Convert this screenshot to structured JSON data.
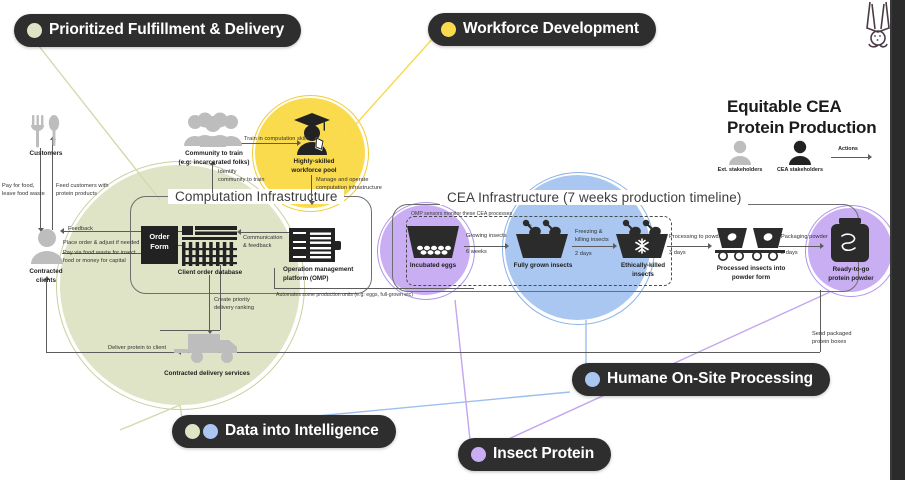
{
  "legend": {
    "title_line1": "Equitable CEA",
    "title_line2": "Protein Production",
    "ext_label": "Ext. stakeholders",
    "cea_label": "CEA stakeholders",
    "actions_label": "Actions"
  },
  "colors": {
    "green": "#dfe4c6",
    "yellow": "#fbdb4e",
    "blue": "#a9c7f0",
    "purple": "#c9aef4",
    "pill_bg": "#2e2e2e",
    "ink": "#222222",
    "grey_icon": "#bdbdbd",
    "line": "#5c5c5c"
  },
  "pills": [
    {
      "id": "prioritized-fulfillment",
      "label": "Prioritized Fulfillment & Delivery",
      "dots": [
        "#dfe4c6"
      ]
    },
    {
      "id": "workforce-development",
      "label": "Workforce Development",
      "dots": [
        "#fbdb4e"
      ]
    },
    {
      "id": "humane-processing",
      "label": "Humane On-Site Processing",
      "dots": [
        "#a9c7f0"
      ]
    },
    {
      "id": "data-into-intelligence",
      "label": "Data into Intelligence",
      "dots": [
        "#dfe4c6",
        "#a9c7f0"
      ]
    },
    {
      "id": "insect-protein",
      "label": "Insect Protein",
      "dots": [
        "#c9aef4"
      ]
    }
  ],
  "panels": {
    "computation": {
      "title": "Computation Infrastructure"
    },
    "cea": {
      "title": "CEA Infrastructure (7 weeks production timeline)"
    }
  },
  "nodes": {
    "customers": "Customers",
    "contracted_clients": "Contracted\nclients",
    "community": "Community to train\n(e.g: incarcerated folks)",
    "workforce": "Highly-skilled\nworkforce pool",
    "order_form": "Order\nForm",
    "client_db": "Client order database",
    "omp": "Operation management\nplatform (OMP)",
    "delivery": "Contracted delivery services",
    "incubated_eggs": "Incubated eggs",
    "fully_grown": "Fully grown insects",
    "killed": "Ethically-killed\ninsects",
    "processed": "Processed insects into\npowder form",
    "ready": "Ready-to-go\nprotein powder"
  },
  "edges": {
    "pay_for_food": "Pay for food,\nleave food waste",
    "feed_customers": "Feed customers with\nprotein products",
    "feedback": "Feedback",
    "place_order": "Place order & adjust if needed",
    "pay_via_waste": "Pay via food waste for insect\nfood or money for capital",
    "train_skills": "Train in computation skills",
    "identify_community": "Identify\ncommunity to train",
    "manage_operate": "Manage and operate\ncomputation infrastructure",
    "communication": "Communication\n& feedback",
    "create_priority": "Create priority\ndelivery ranking",
    "deliver_protein": "Deliver protein to client",
    "automates": "Automates some production units (e.g: eggs, full-grown etc)",
    "omp_sensors": "OMP sensors monitor these CEA processes",
    "growing_insects": "Growing insects",
    "growing_insects_time": "6 weeks",
    "freezing": "Freezing &\nkilling insects",
    "freezing_time": "2 days",
    "processing_powder": "Processing to powder",
    "processing_powder_time": "3 days",
    "packaging": "Packaging powder",
    "packaging_time": "2 days",
    "send_packaged": "Send packaged\nprotein boxes"
  }
}
